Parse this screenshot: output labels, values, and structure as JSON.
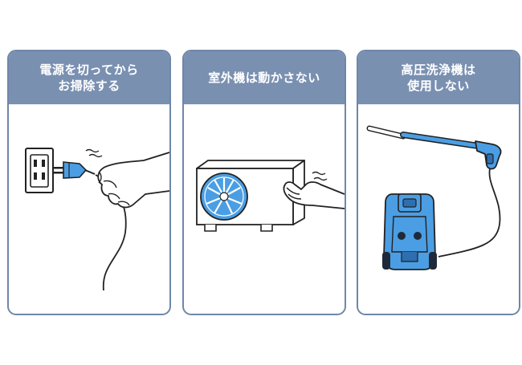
{
  "cards": [
    {
      "title": "電源を切ってから\nお掃除する",
      "illustration": "unplug-power-cord"
    },
    {
      "title": "室外機は動かさない",
      "illustration": "outdoor-ac-unit"
    },
    {
      "title": "高圧洗浄機は\n使用しない",
      "illustration": "pressure-washer"
    }
  ],
  "colors": {
    "card_border": "#6f87a8",
    "card_header": "#7a90b1",
    "accent_blue": "#4b9ee3",
    "dark_blue": "#2e6fb0",
    "line": "#222222"
  }
}
